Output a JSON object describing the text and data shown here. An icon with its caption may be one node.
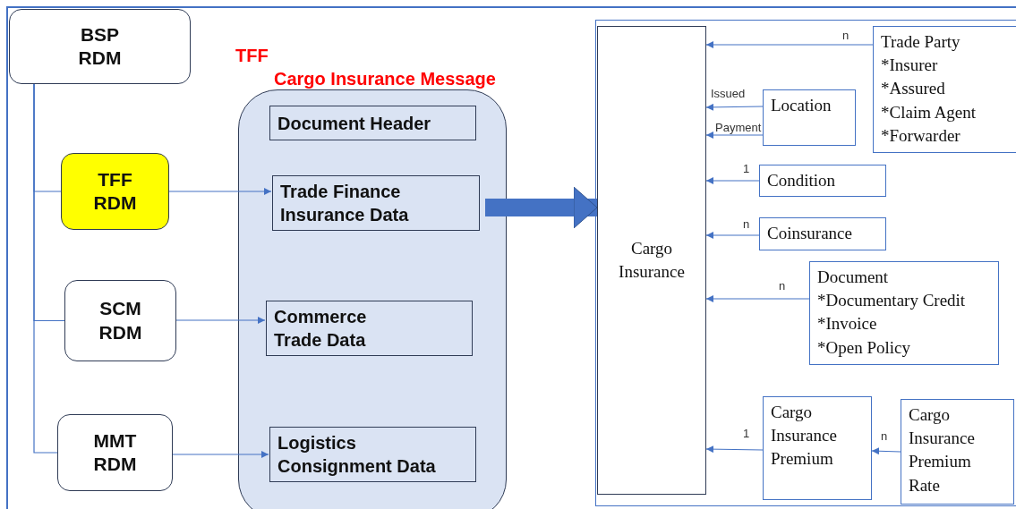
{
  "diagram": {
    "nodes": [
      {
        "text": [
          "BSP RDM"
        ]
      },
      {
        "text": [
          "TFF RDM"
        ]
      },
      {
        "text": [
          "SCM RDM"
        ]
      },
      {
        "text": [
          "MMT RDM"
        ]
      },
      {
        "text": [
          "TFF",
          "Cargo Insurance Message"
        ]
      },
      {
        "text": [
          "Document Header"
        ],
        "in": 4
      },
      {
        "text": [
          "Trade Finance Insurance Data"
        ],
        "in": 4
      },
      {
        "text": [
          "Commerce Trade Data"
        ],
        "in": 4
      },
      {
        "text": [
          "Logistics Consignment Data"
        ],
        "in": 4
      },
      {
        "text": [
          "Cargo Insurance"
        ]
      },
      {
        "text": [
          "Trade Party",
          "*Insurer",
          "*Assured",
          "*Claim Agent",
          "*Forwarder"
        ]
      },
      {
        "text": [
          "Location"
        ]
      },
      {
        "text": [
          "Condition"
        ]
      },
      {
        "text": [
          "Coinsurance"
        ]
      },
      {
        "text": [
          "Document",
          "*Documentary Credit",
          "*Invoice",
          "*Open Policy"
        ]
      },
      {
        "text": [
          "Cargo Insurance Premium"
        ]
      },
      {
        "text": [
          "Cargo Insurance Premium Rate"
        ]
      }
    ],
    "edges": [
      {
        "from": 0,
        "to": 1,
        "arrow": "none"
      },
      {
        "from": 0,
        "to": 2,
        "arrow": "none"
      },
      {
        "from": 0,
        "to": 3,
        "arrow": "none"
      },
      {
        "from": 1,
        "to": 6,
        "arrow": "to"
      },
      {
        "from": 2,
        "to": 7,
        "arrow": "to"
      },
      {
        "from": 3,
        "to": 8,
        "arrow": "to"
      },
      {
        "from": 6,
        "to": 9,
        "arrow": "to",
        "style": "thick"
      },
      {
        "from": 10,
        "to": 9,
        "arrow": "to",
        "label": "n"
      },
      {
        "from": 11,
        "to": 9,
        "arrow": "to",
        "label": "Issued"
      },
      {
        "from": 11,
        "to": 9,
        "arrow": "to",
        "label": "Payment"
      },
      {
        "from": 12,
        "to": 9,
        "arrow": "to",
        "label": "1"
      },
      {
        "from": 13,
        "to": 9,
        "arrow": "to",
        "label": "n"
      },
      {
        "from": 14,
        "to": 9,
        "arrow": "to",
        "label": "n"
      },
      {
        "from": 15,
        "to": 9,
        "arrow": "to",
        "label": "1"
      },
      {
        "from": 16,
        "to": 15,
        "arrow": "to",
        "label": "n"
      }
    ]
  }
}
